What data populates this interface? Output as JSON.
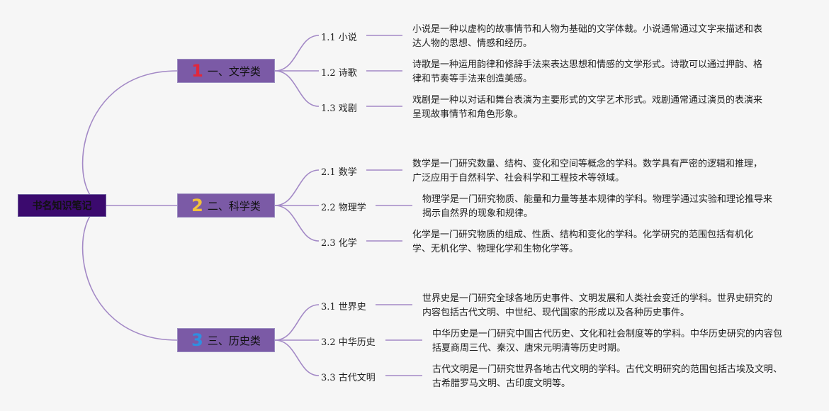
{
  "root": {
    "label": "书名知识笔记"
  },
  "colors": {
    "line": "#a389c6",
    "root_bg": "#3b0a6e",
    "cat_bg": "#7b5aa6",
    "num1": "#e0283c",
    "num2": "#f2c23a",
    "num3": "#2f8fe0"
  },
  "categories": [
    {
      "num": "1",
      "label": "一、文学类",
      "children": [
        {
          "label": "1.1 小说",
          "desc": "小说是一种以虚构的故事情节和人物为基础的文学体裁。小说通常通过文字来描述和表达人物的思想、情感和经历。"
        },
        {
          "label": "1.2 诗歌",
          "desc": "诗歌是一种运用韵律和修辞手法来表达思想和情感的文学形式。诗歌可以通过押韵、格律和节奏等手法来创造美感。"
        },
        {
          "label": "1.3 戏剧",
          "desc": "戏剧是一种以对话和舞台表演为主要形式的文学艺术形式。戏剧通常通过演员的表演来呈现故事情节和角色形象。"
        }
      ]
    },
    {
      "num": "2",
      "label": "二、科学类",
      "children": [
        {
          "label": "2.1 数学",
          "desc": "数学是一门研究数量、结构、变化和空间等概念的学科。数学具有严密的逻辑和推理，广泛应用于自然科学、社会科学和工程技术等领域。"
        },
        {
          "label": "2.2 物理学",
          "desc": "物理学是一门研究物质、能量和力量等基本规律的学科。物理学通过实验和理论推导来揭示自然界的现象和规律。"
        },
        {
          "label": "2.3 化学",
          "desc": "化学是一门研究物质的组成、性质、结构和变化的学科。化学研究的范围包括有机化学、无机化学、物理化学和生物化学等。"
        }
      ]
    },
    {
      "num": "3",
      "label": "三、历史类",
      "children": [
        {
          "label": "3.1 世界史",
          "desc": "世界史是一门研究全球各地历史事件、文明发展和人类社会变迁的学科。世界史研究的内容包括古代文明、中世纪、现代国家的形成以及各种历史事件。"
        },
        {
          "label": "3.2 中华历史",
          "desc": "中华历史是一门研究中国古代历史、文化和社会制度等的学科。中华历史研究的内容包括夏商周三代、秦汉、唐宋元明清等历史时期。"
        },
        {
          "label": "3.3 古代文明",
          "desc": "古代文明是一门研究世界各地古代文明的学科。古代文明研究的范围包括古埃及文明、古希腊罗马文明、古印度文明等。"
        }
      ]
    }
  ]
}
